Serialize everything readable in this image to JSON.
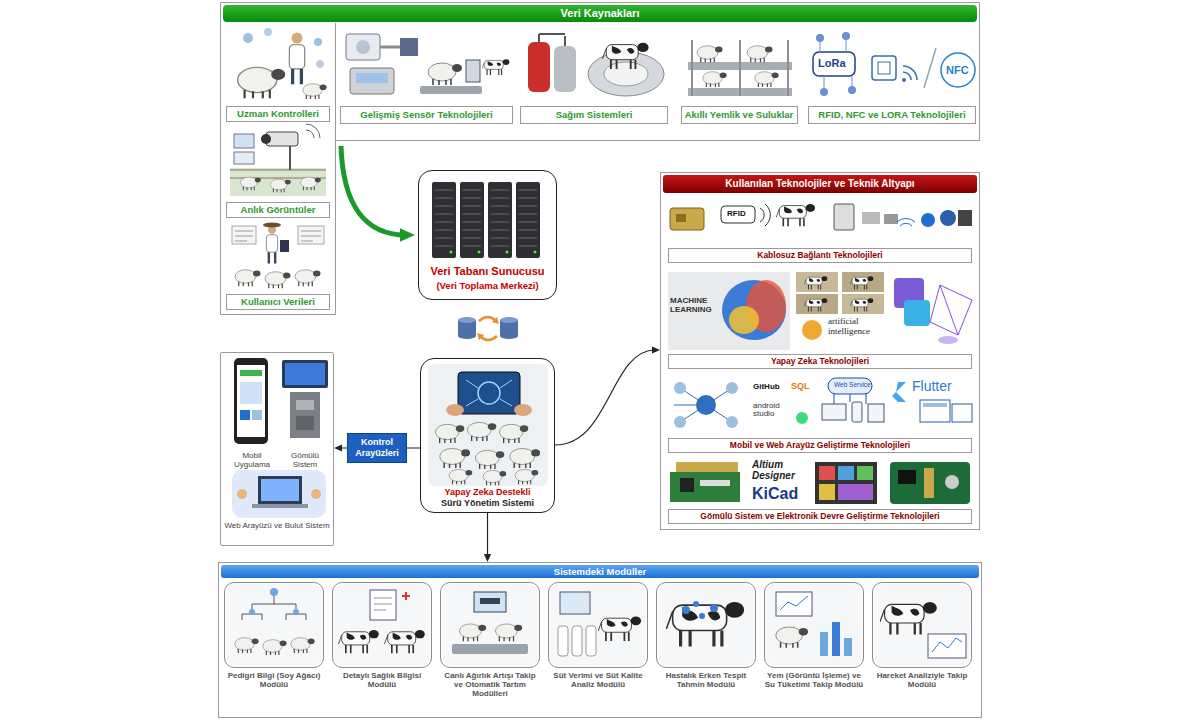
{
  "diagram": {
    "nodes": [
      {
        "text": [
          "Veri Kaynakları"
        ]
      },
      {
        "text": [
          "Uzman Kontrolleri"
        ],
        "in": 0
      },
      {
        "text": [
          "Gelişmiş Sensör Teknolojileri"
        ],
        "in": 0
      },
      {
        "text": [
          "Sağım Sistemleri"
        ],
        "in": 0
      },
      {
        "text": [
          "Akıllı Yemlik ve Suluklar"
        ],
        "in": 0
      },
      {
        "text": [
          "RFID, NFC ve LORA Teknolojileri"
        ],
        "in": 0
      },
      {
        "text": [
          "Anlık Görüntüler"
        ],
        "in": 0
      },
      {
        "text": [
          "Kullanıcı Verileri"
        ],
        "in": 0
      },
      {
        "text": [
          "Veri Tabanı Sunucusu",
          "(Veri Toplama Merkezi)"
        ]
      },
      {
        "text": [
          "Kullanılan Teknolojiler ve Teknik Altyapı"
        ]
      },
      {
        "text": [
          "Kablosuz Bağlantı Teknolojileri"
        ],
        "in": 9
      },
      {
        "text": [
          "Yapay Zeka Teknolojileri"
        ],
        "in": 9
      },
      {
        "text": [
          "Mobil ve Web Arayüz Geliştirme Teknolojileri"
        ],
        "in": 9
      },
      {
        "text": [
          "Gömülü Sistem ve Elektronik Devre Geliştirme Teknolojileri"
        ],
        "in": 9
      },
      {
        "text": [
          "Mobil Uygulama",
          "Gömülü Sistem",
          "Web Arayüzü ve Bulut Sistem"
        ]
      },
      {
        "text": [
          "Yapay Zeka Destekli",
          "Sürü Yönetim Sistemi"
        ]
      },
      {
        "text": [
          "Sistemdeki Modüller"
        ]
      },
      {
        "text": [
          "Pedigri Bilgi (Soy Ağacı) Modülü"
        ],
        "in": 16
      },
      {
        "text": [
          "Detaylı Sağlık Bilgisi Modülü"
        ],
        "in": 16
      },
      {
        "text": [
          "Canlı Ağırlık Artışı Takip ve Otomatik Tartım Modülleri"
        ],
        "in": 16
      },
      {
        "text": [
          "Süt Verimi ve Süt Kalite Analiz Modülü"
        ],
        "in": 16
      },
      {
        "text": [
          "Hastalık Erken Tespit Tahmin Modülü"
        ],
        "in": 16
      },
      {
        "text": [
          "Yem (Görüntü İşleme) ve Su Tüketimi Takip Modülü"
        ],
        "in": 16
      },
      {
        "text": [
          "Hareket Analiziyle Takip Modülü"
        ],
        "in": 16
      }
    ],
    "edges": [
      {
        "from": 0,
        "to": 8,
        "arrow": "to"
      },
      {
        "from": 15,
        "to": 14,
        "arrow": "to",
        "label": "Kontrol Arayüzleri"
      },
      {
        "from": 15,
        "to": 9,
        "arrow": "to"
      },
      {
        "from": 15,
        "to": 16,
        "arrow": "to"
      }
    ],
    "labels": [
      "LoRa",
      "NFC",
      "RFID",
      "MACHINE LEARNING",
      "artificial intelligence",
      "GitHub",
      "SQL",
      "android studio",
      "Flutter",
      "Web Service",
      "Altium Designer",
      "KiCad"
    ]
  }
}
